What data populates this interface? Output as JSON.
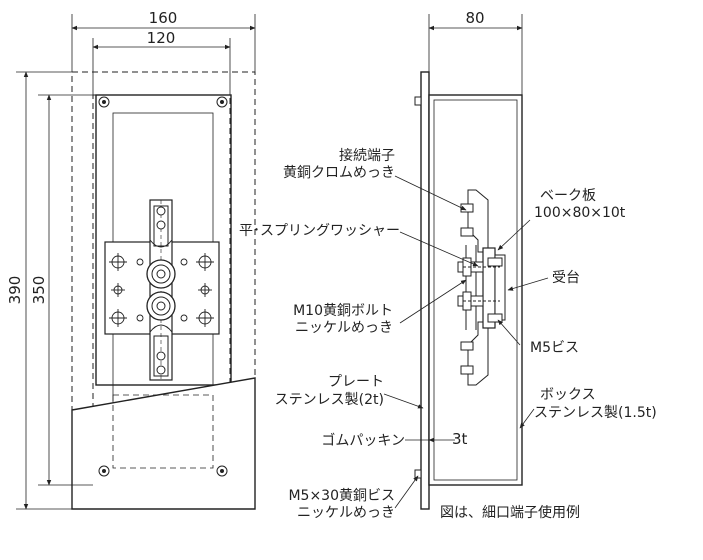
{
  "dimensions": {
    "front_width_outer": "160",
    "front_width_inner": "120",
    "front_height_outer": "390",
    "front_height_inner": "350",
    "side_depth": "80",
    "packing_thickness": "3t"
  },
  "labels": {
    "terminal": {
      "line1": "接続端子",
      "line2": "黄銅クロムめっき"
    },
    "bakelite": {
      "line1": "ベーク板",
      "line2": "100×80×10t"
    },
    "washer": {
      "line1": "平･スプリングワッシャー"
    },
    "seat": {
      "line1": "受台"
    },
    "bolt": {
      "line1": "M10黄銅ボルト",
      "line2": "ニッケルめっき"
    },
    "screw": {
      "line1": "M5ビス"
    },
    "plate": {
      "line1": "プレート",
      "line2": "ステンレス製(2t)"
    },
    "box": {
      "line1": "ボックス",
      "line2": "ステンレス製(1.5t)"
    },
    "packing": {
      "line1": "ゴムパッキン"
    },
    "brass_screw": {
      "line1": "M5×30黄銅ビス",
      "line2": "ニッケルめっき"
    }
  },
  "caption": "図は、細口端子使用例"
}
